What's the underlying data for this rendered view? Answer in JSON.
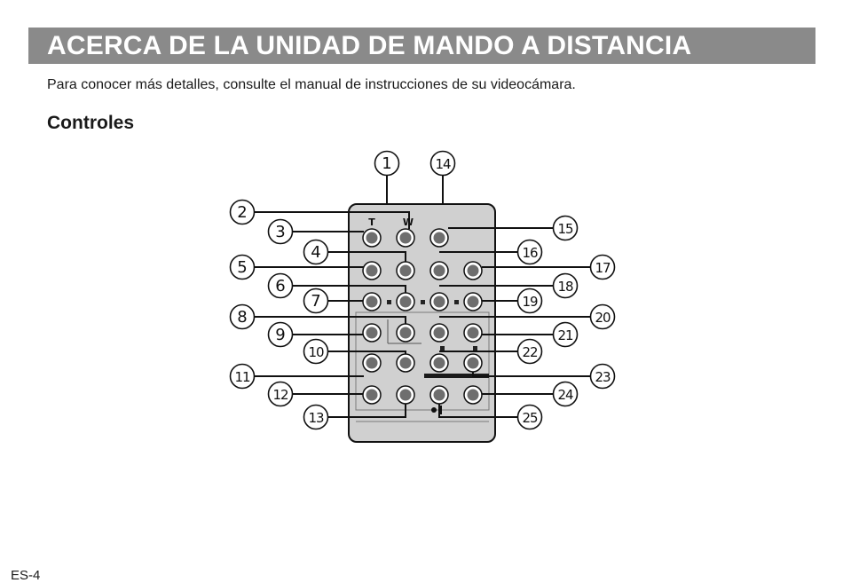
{
  "header": {
    "title": "ACERCA DE LA UNIDAD DE MANDO A DISTANCIA"
  },
  "intro": "Para conocer más detalles, consulte el manual de instrucciones de su videocámara.",
  "section": {
    "heading": "Controles"
  },
  "diagram": {
    "labels": {
      "t_zoom": "T",
      "w_zoom": "W",
      "callouts": [
        "1",
        "2",
        "3",
        "4",
        "5",
        "6",
        "7",
        "8",
        "9",
        "10",
        "11",
        "12",
        "13",
        "14",
        "15",
        "16",
        "17",
        "18",
        "19",
        "20",
        "21",
        "22",
        "23",
        "24",
        "25"
      ]
    }
  },
  "footer": {
    "page_number": "ES-4"
  },
  "colors": {
    "title_bar": "#8a8a8a",
    "remote_body": "#d0d0d0",
    "button_ring": "#6e6e6e"
  }
}
